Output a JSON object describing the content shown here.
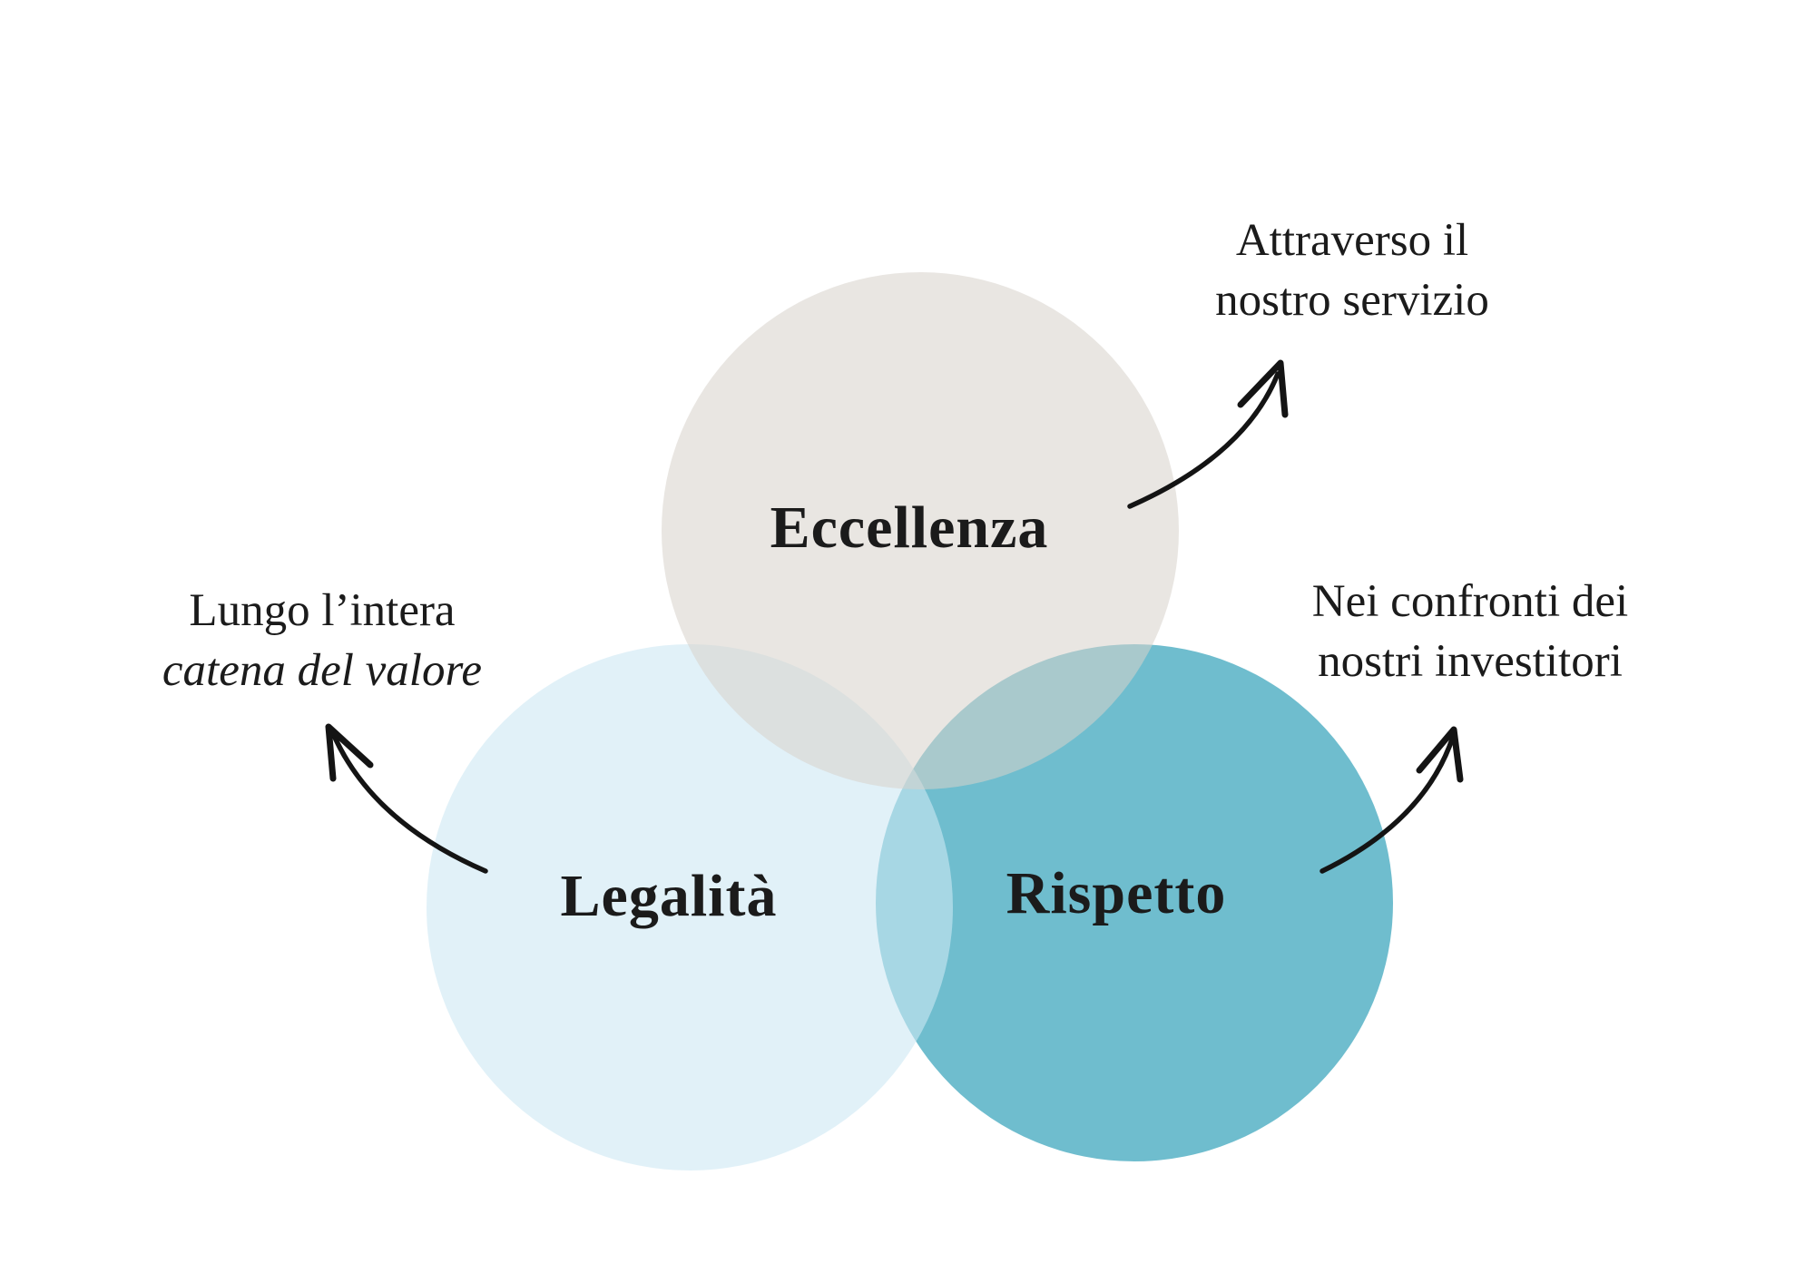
{
  "diagram": {
    "type": "venn",
    "circles": {
      "top": {
        "label": "Eccellenza"
      },
      "left": {
        "label": "Legalità"
      },
      "right": {
        "label": "Rispetto"
      }
    },
    "annotations": {
      "top": {
        "line1": "Attraverso il",
        "line2": "nostro servizio"
      },
      "left": {
        "line1": "Lungo l’intera",
        "line2": "catena del valore"
      },
      "right": {
        "line1": "Nei confronti dei",
        "line2": "nostri investitori"
      }
    }
  },
  "colors": {
    "background": "#ffffff",
    "text": "#1b1b1b",
    "arrow": "#141414",
    "top_circle_fill": "rgba(216,210,203,0.56)",
    "left_circle_fill": "rgba(205,232,243,0.6)",
    "right_circle_fill": "#6FBDCE",
    "top_circle_rendered": "#E9E6E2",
    "left_circle_rendered": "#E1F1F8",
    "right_circle_rendered": "#6FBDCE"
  }
}
